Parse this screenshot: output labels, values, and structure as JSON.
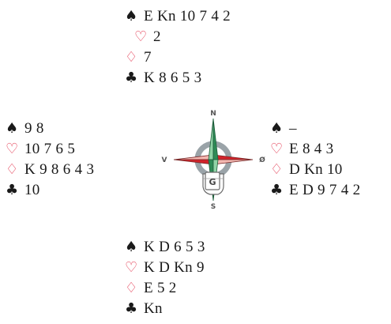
{
  "north": {
    "spades": "E Kn 10 7 4 2",
    "hearts": "2",
    "diamonds": "7",
    "clubs": "K 8 6 5 3"
  },
  "west": {
    "spades": "9 8",
    "hearts": "10 7 6 5",
    "diamonds": "K 9 8 6 4 3",
    "clubs": "10"
  },
  "east": {
    "spades": "–",
    "hearts": "E 8 4 3",
    "diamonds": "D Kn 10",
    "clubs": "E D 9 7 4 2"
  },
  "south": {
    "spades": "K D 6 5 3",
    "hearts": "K D Kn 9",
    "diamonds": "E 5 2",
    "clubs": "Kn"
  },
  "compass": {
    "n": "N",
    "s": "S",
    "w": "V",
    "e": "Ø",
    "dealer": "G"
  },
  "symbols": {
    "spade": "♠",
    "heart": "♡",
    "diamond": "♢",
    "club": "♣"
  },
  "colors": {
    "red_suit": "#e2314a",
    "black_suit": "#1a1a1a",
    "compass_green": "#2e8b57",
    "compass_red": "#d2232a"
  }
}
